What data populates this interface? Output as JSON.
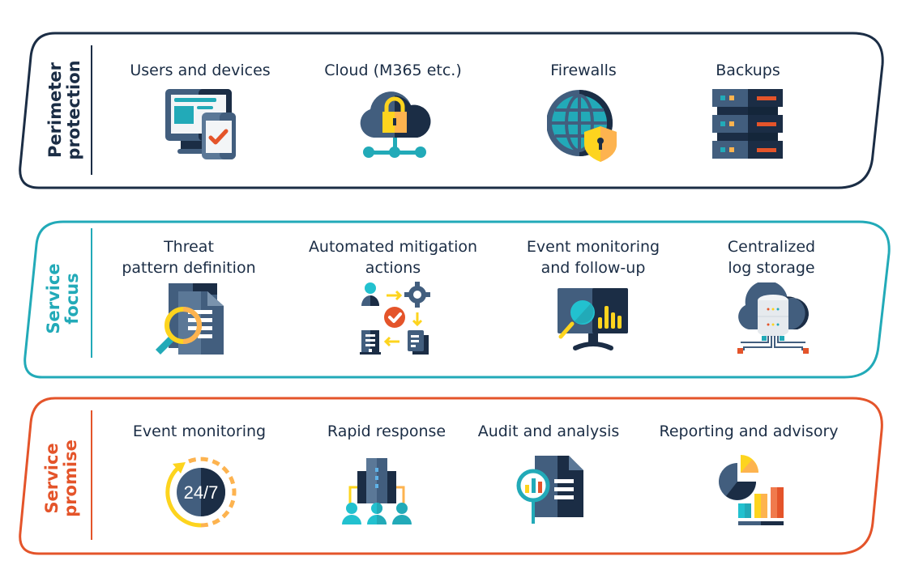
{
  "colors": {
    "navy": "#1b2d45",
    "slate": "#425e7e",
    "teal": "#22aab8",
    "orange": "#e4542a",
    "yellow": "#fdd41e",
    "amber": "#fdb34f"
  },
  "sections": [
    {
      "label_line1": "Perimeter",
      "label_line2": "protection",
      "color": "#1b2d45",
      "items": [
        {
          "title": "Users and devices",
          "icon": "monitor-tablet-check-icon"
        },
        {
          "title": "Cloud (M365 etc.)",
          "icon": "cloud-lock-icon"
        },
        {
          "title": "Firewalls",
          "icon": "globe-shield-icon"
        },
        {
          "title": "Backups",
          "icon": "server-rack-icon"
        }
      ]
    },
    {
      "label_line1": "Service",
      "label_line2": "focus",
      "color": "#22aab8",
      "items": [
        {
          "title": "Threat\npattern definition",
          "icon": "document-magnifier-icon"
        },
        {
          "title": "Automated mitigation\nactions",
          "icon": "workflow-automation-icon"
        },
        {
          "title": "Event monitoring\nand follow-up",
          "icon": "monitor-analytics-icon"
        },
        {
          "title": "Centralized\nlog storage",
          "icon": "cloud-database-icon"
        }
      ]
    },
    {
      "label_line1": "Service",
      "label_line2": "promise",
      "color": "#e4542a",
      "items": [
        {
          "title": "Event monitoring",
          "icon": "clock-24-7-icon",
          "badge": "24/7"
        },
        {
          "title": "Rapid response",
          "icon": "building-team-icon"
        },
        {
          "title": "Audit and analysis",
          "icon": "report-analysis-icon"
        },
        {
          "title": "Reporting and advisory",
          "icon": "pie-bar-chart-icon"
        }
      ]
    }
  ]
}
